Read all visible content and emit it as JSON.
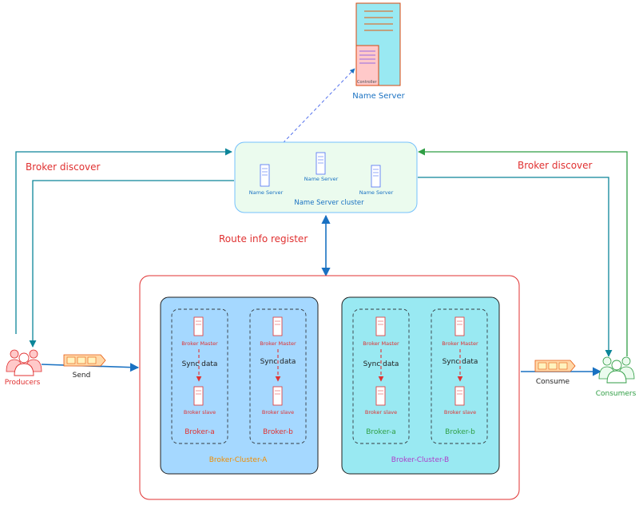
{
  "name_server_top": {
    "label": "Name Server",
    "controller_label": "Controller"
  },
  "ns_cluster": {
    "title": "Name Server cluster",
    "servers": [
      "Name Server",
      "Name Server",
      "Name Server"
    ]
  },
  "labels": {
    "broker_discover_left": "Broker discover",
    "broker_discover_right": "Broker discover",
    "route_info_register": "Route info register",
    "send": "Send",
    "consume": "Consume",
    "producers": "Producers",
    "consumers": "Consumers"
  },
  "clusters": [
    {
      "name": "Broker-Cluster-A",
      "brokers": [
        {
          "master": "Broker Master",
          "sync": "Sync data",
          "slave": "Broker slave",
          "name": "Broker-a"
        },
        {
          "master": "Broker Master",
          "sync": "Sync data",
          "slave": "Broker slave",
          "name": "Broker-b"
        }
      ]
    },
    {
      "name": "Broker-Cluster-B",
      "brokers": [
        {
          "master": "Broker Master",
          "sync": "Sync data",
          "slave": "Broker slave",
          "name": "Broker-a"
        },
        {
          "master": "Broker Master",
          "sync": "Sync data",
          "slave": "Broker slave",
          "name": "Broker-b"
        }
      ]
    }
  ],
  "colors": {
    "red": "#e03131",
    "blue": "#1971c2",
    "teal": "#0c8599",
    "green": "#2f9e44",
    "cluster_a_fill": "#a5d8ff",
    "cluster_b_fill": "#99e9f2",
    "ns_cluster_fill": "#ebfbee"
  }
}
